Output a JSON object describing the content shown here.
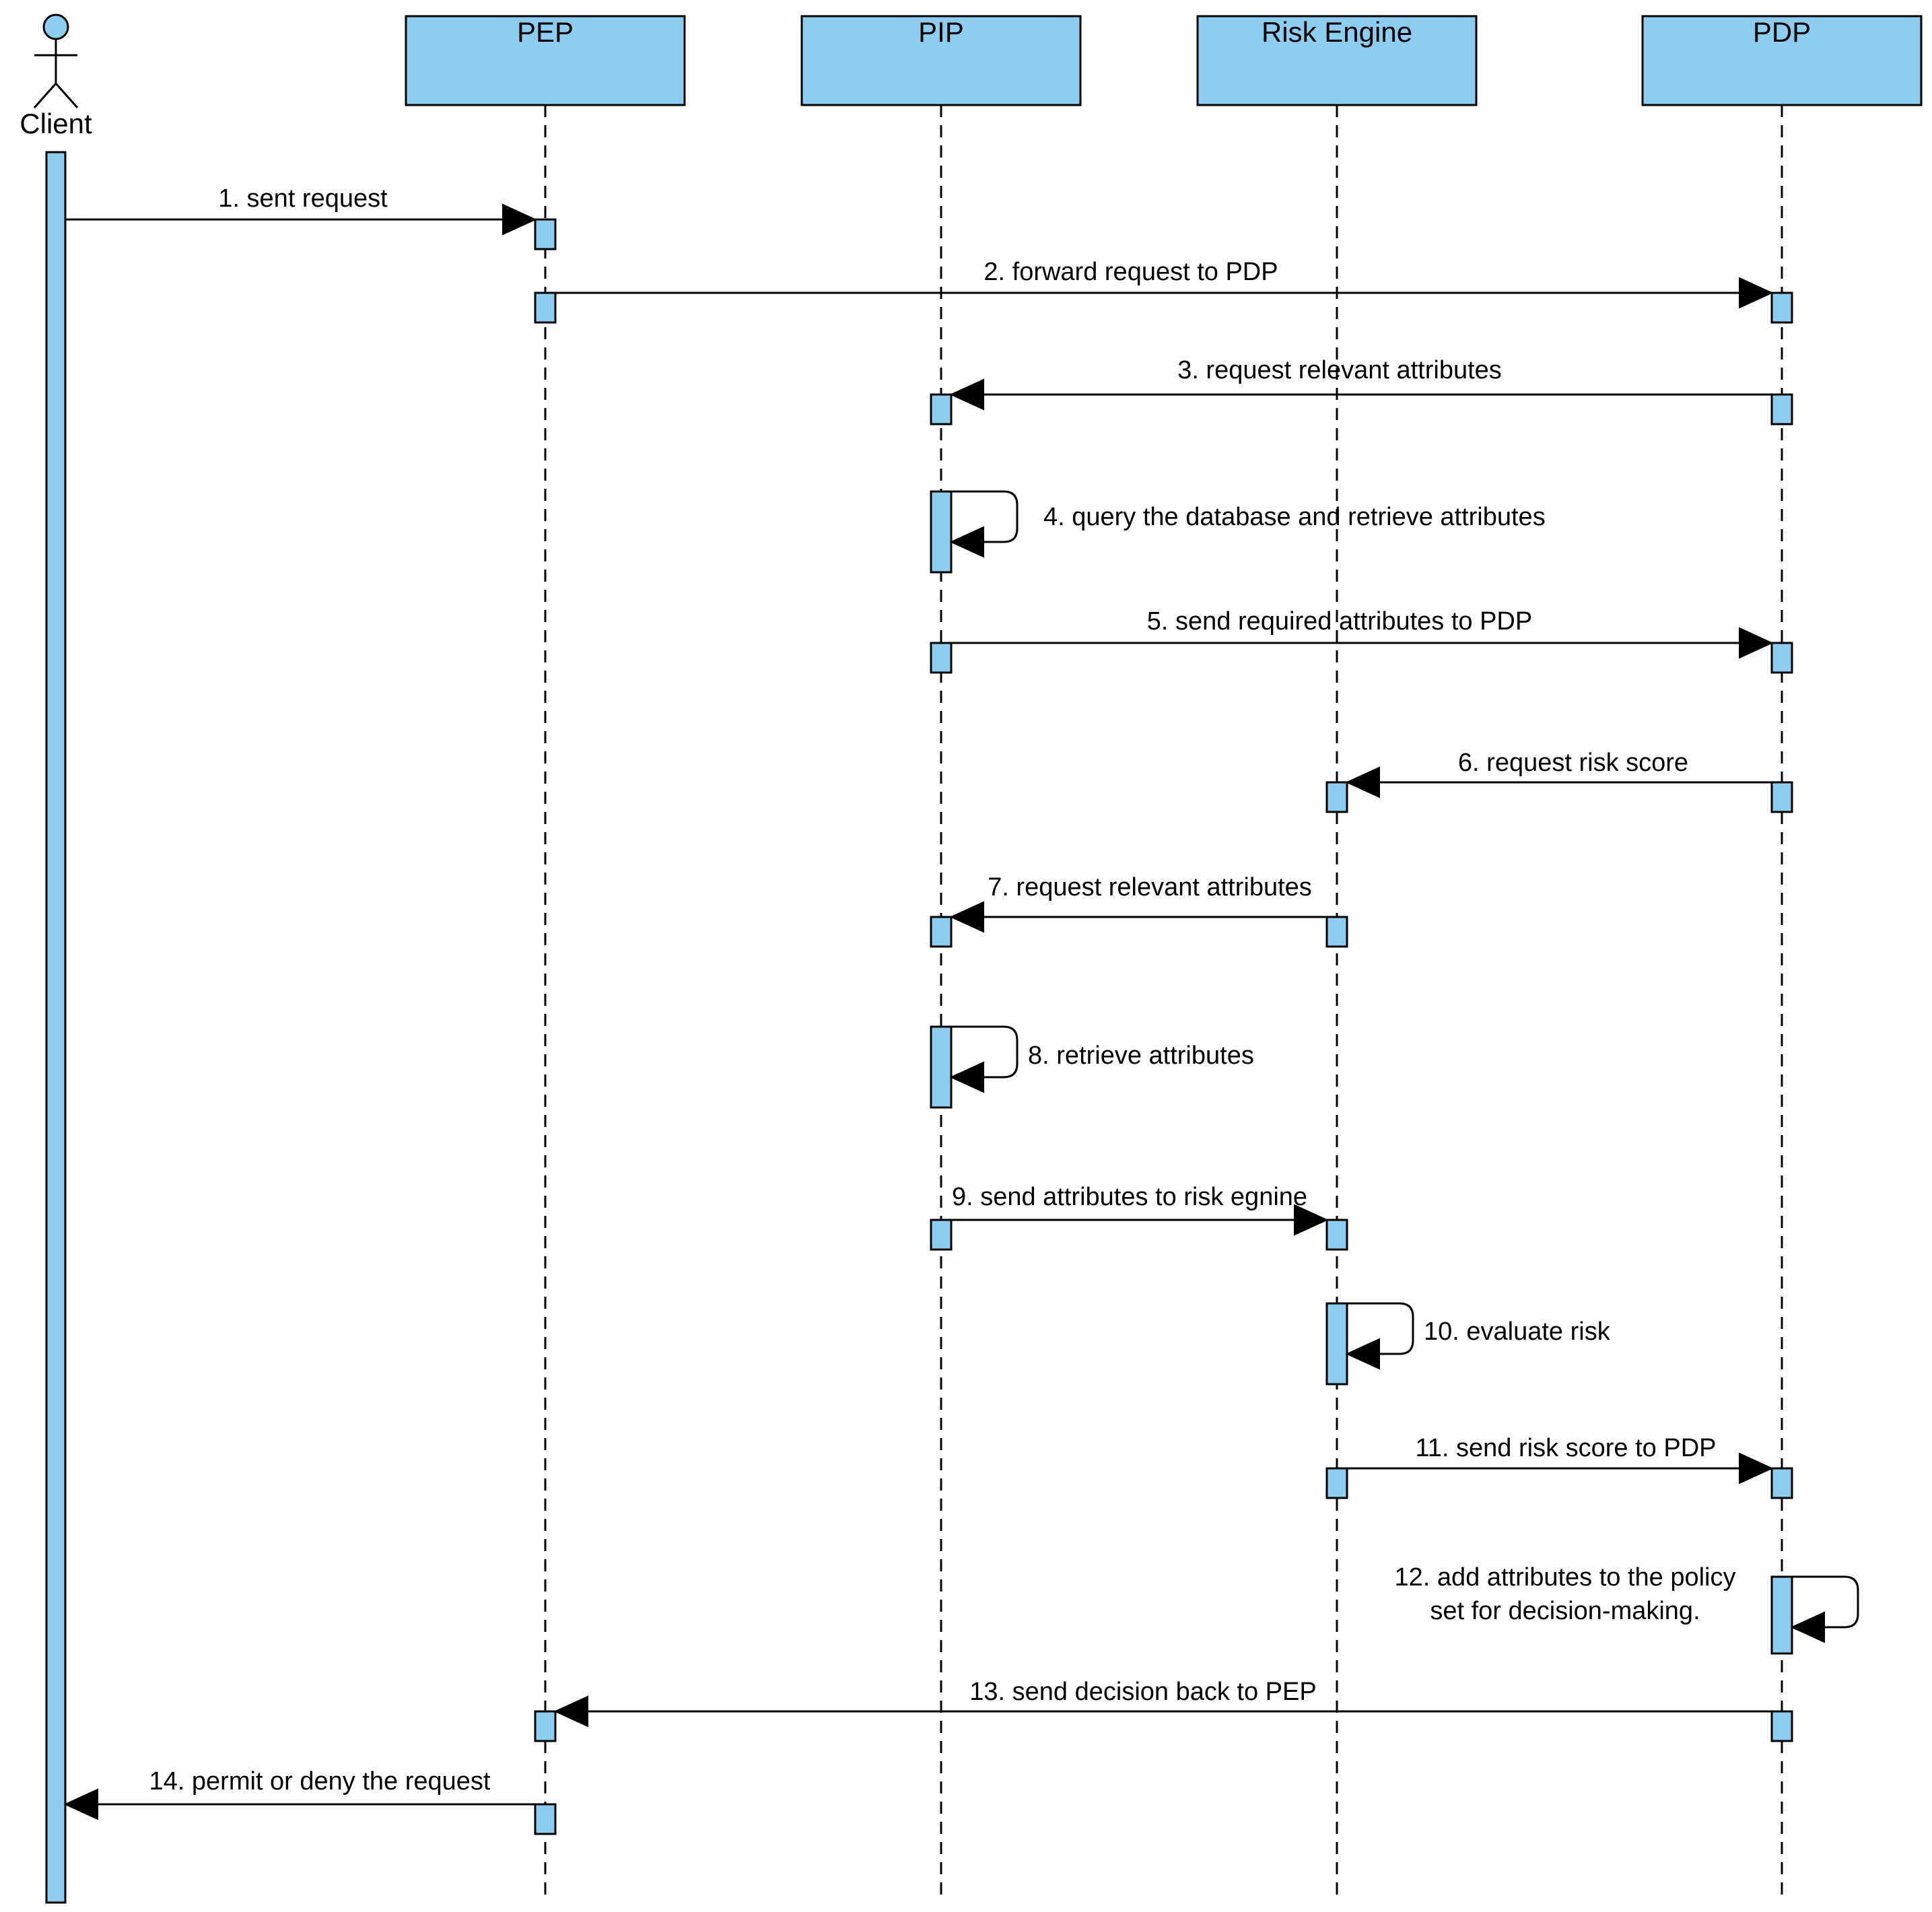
{
  "participants": [
    {
      "id": "client",
      "name": "Client"
    },
    {
      "id": "pep",
      "name": "PEP"
    },
    {
      "id": "pip",
      "name": "PIP"
    },
    {
      "id": "risk",
      "name": "Risk Engine"
    },
    {
      "id": "pdp",
      "name": "PDP"
    }
  ],
  "messages": [
    {
      "id": "m1",
      "from": "client",
      "to": "pep",
      "label": [
        "1. sent request"
      ]
    },
    {
      "id": "m2",
      "from": "pep",
      "to": "pdp",
      "label": [
        "2. forward request to PDP"
      ]
    },
    {
      "id": "m3",
      "from": "pdp",
      "to": "pip",
      "label": [
        "3. request relevant attributes"
      ]
    },
    {
      "id": "m4",
      "from": "pip",
      "to": "pip",
      "label": [
        "4. query the database and retrieve attributes"
      ]
    },
    {
      "id": "m5",
      "from": "pip",
      "to": "pdp",
      "label": [
        "5. send required attributes to PDP"
      ]
    },
    {
      "id": "m6",
      "from": "pdp",
      "to": "risk",
      "label": [
        "6. request risk score"
      ]
    },
    {
      "id": "m7",
      "from": "risk",
      "to": "pip",
      "label": [
        "7. request relevant attributes"
      ]
    },
    {
      "id": "m8",
      "from": "pip",
      "to": "pip",
      "label": [
        "8. retrieve attributes"
      ]
    },
    {
      "id": "m9",
      "from": "pip",
      "to": "risk",
      "label": [
        "9. send attributes to risk egnine"
      ]
    },
    {
      "id": "m10",
      "from": "risk",
      "to": "risk",
      "label": [
        "10. evaluate risk"
      ]
    },
    {
      "id": "m11",
      "from": "risk",
      "to": "pdp",
      "label": [
        "11. send risk score to PDP"
      ]
    },
    {
      "id": "m12",
      "from": "pdp",
      "to": "pdp",
      "label": [
        "12. add attributes to the policy",
        "set for decision-making."
      ]
    },
    {
      "id": "m13",
      "from": "pdp",
      "to": "pep",
      "label": [
        "13. send decision back to PEP"
      ]
    },
    {
      "id": "m14",
      "from": "pep",
      "to": "client",
      "label": [
        "14. permit or deny the request"
      ]
    }
  ],
  "colors": {
    "participant_fill": "#8ecdf0",
    "stroke": "#000000"
  }
}
